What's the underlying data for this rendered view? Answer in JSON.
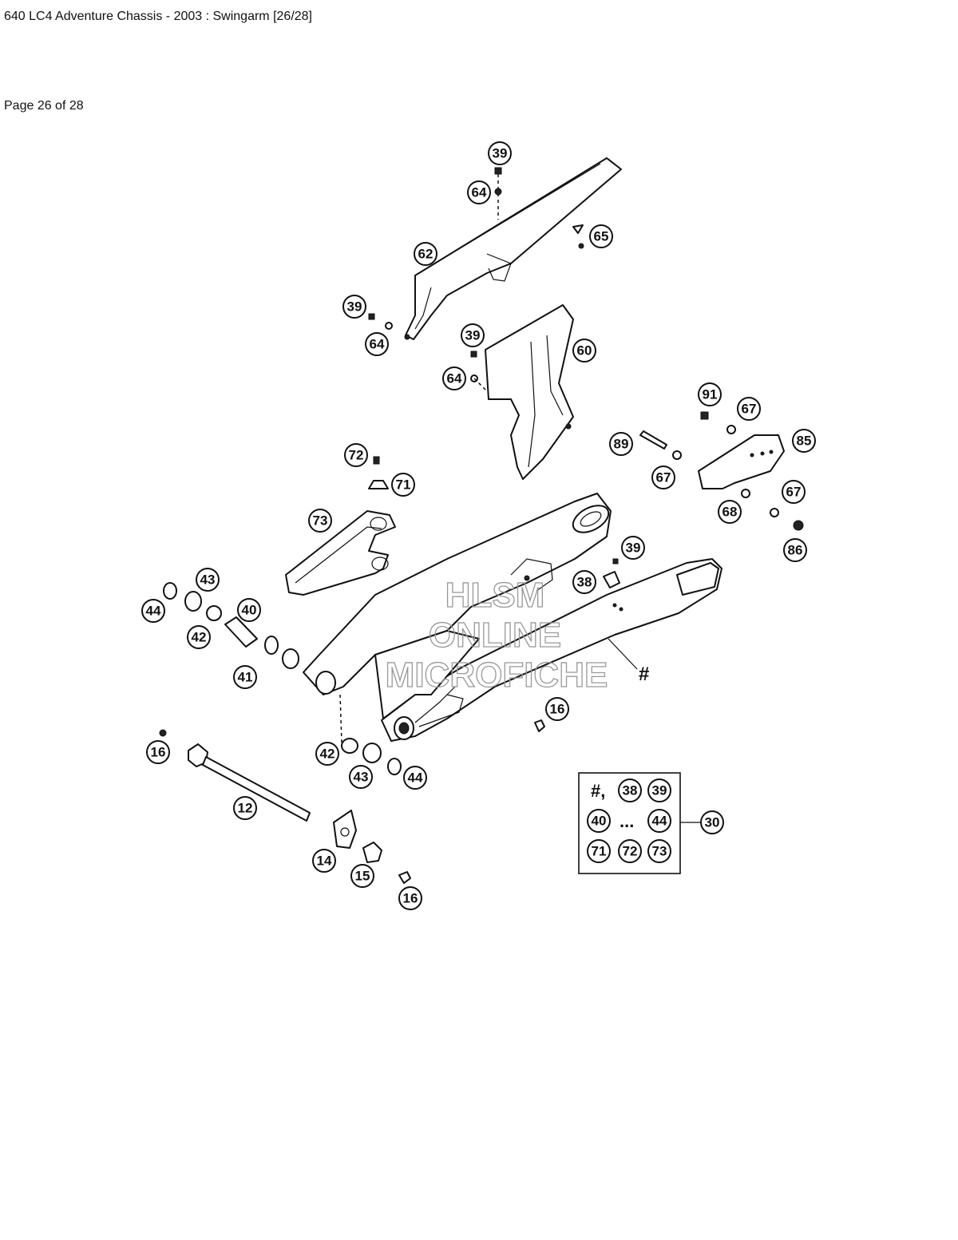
{
  "header": {
    "title": "640 LC4 Adventure Chassis - 2003 : Swingarm [26/28]",
    "page": "Page 26 of 28"
  },
  "diagram": {
    "watermark": [
      "HLSM",
      "ONLINE",
      "MICROFICHE"
    ],
    "assembly_marker": "#",
    "callouts": [
      "39",
      "64",
      "65",
      "62",
      "39",
      "64",
      "39",
      "60",
      "64",
      "91",
      "67",
      "85",
      "89",
      "67",
      "68",
      "67",
      "86",
      "72",
      "71",
      "73",
      "39",
      "38",
      "43",
      "44",
      "40",
      "42",
      "41",
      "16",
      "16",
      "42",
      "43",
      "44",
      "12",
      "14",
      "15",
      "16",
      "30"
    ],
    "kit": {
      "label": "30",
      "row1": [
        "#,",
        "38",
        "39"
      ],
      "row2": [
        "40",
        "...",
        "44"
      ],
      "row3": [
        "71",
        "72",
        "73"
      ]
    }
  }
}
